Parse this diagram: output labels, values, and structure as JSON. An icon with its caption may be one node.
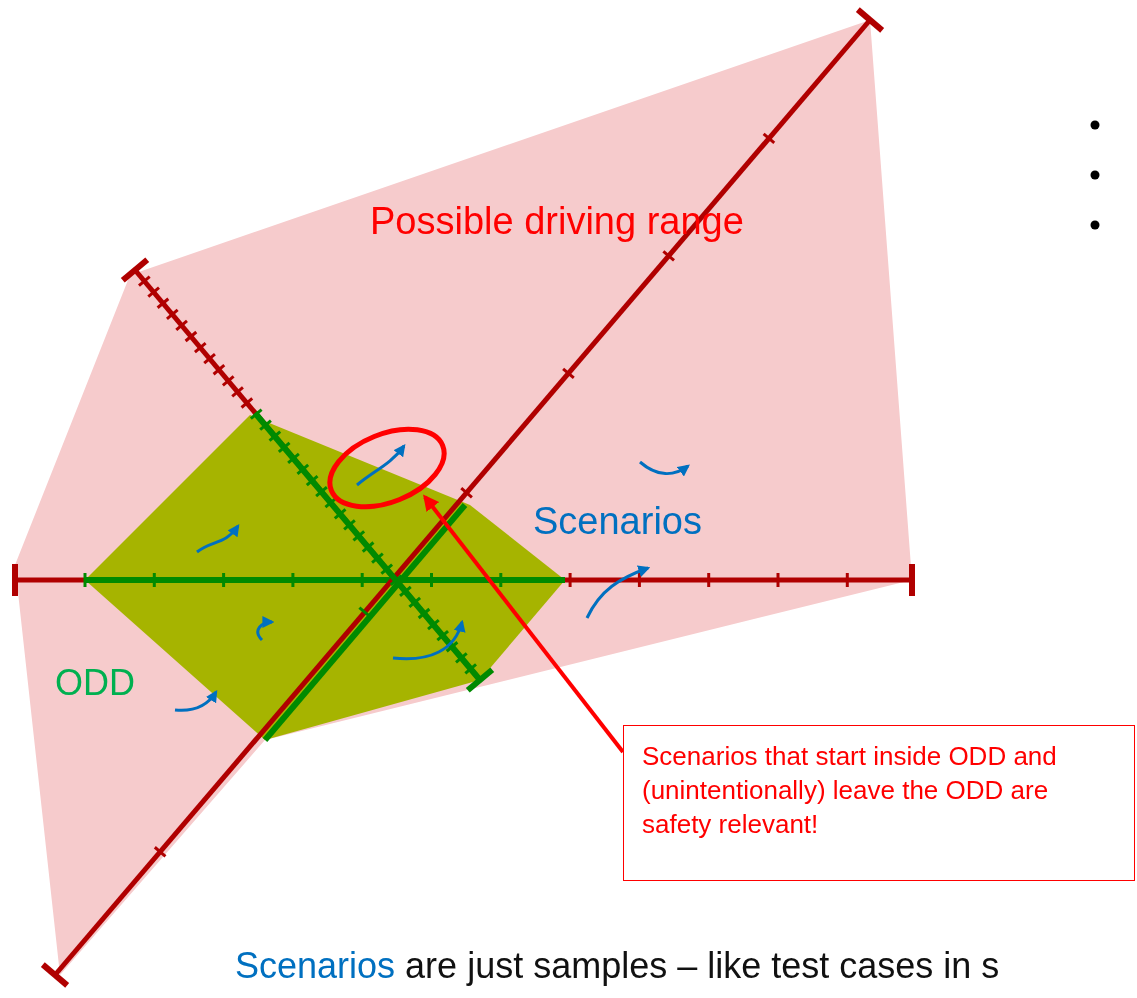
{
  "diagram": {
    "nodes": [
      {
        "text": [
          "Possible driving range"
        ]
      },
      {
        "text": [
          "ODD"
        ],
        "in": 0
      },
      {
        "text": [],
        "shape": "circle",
        "in": 0
      },
      {
        "text": [
          "Scenarios that start inside ODD and (unintentionally) leave the ODD are safety relevant!"
        ]
      }
    ],
    "edges": [
      {
        "from": 3,
        "to": 2,
        "arrow": "to"
      }
    ],
    "labels": [
      "Scenarios",
      "Scenarios are just samples – like test cases in s"
    ]
  }
}
